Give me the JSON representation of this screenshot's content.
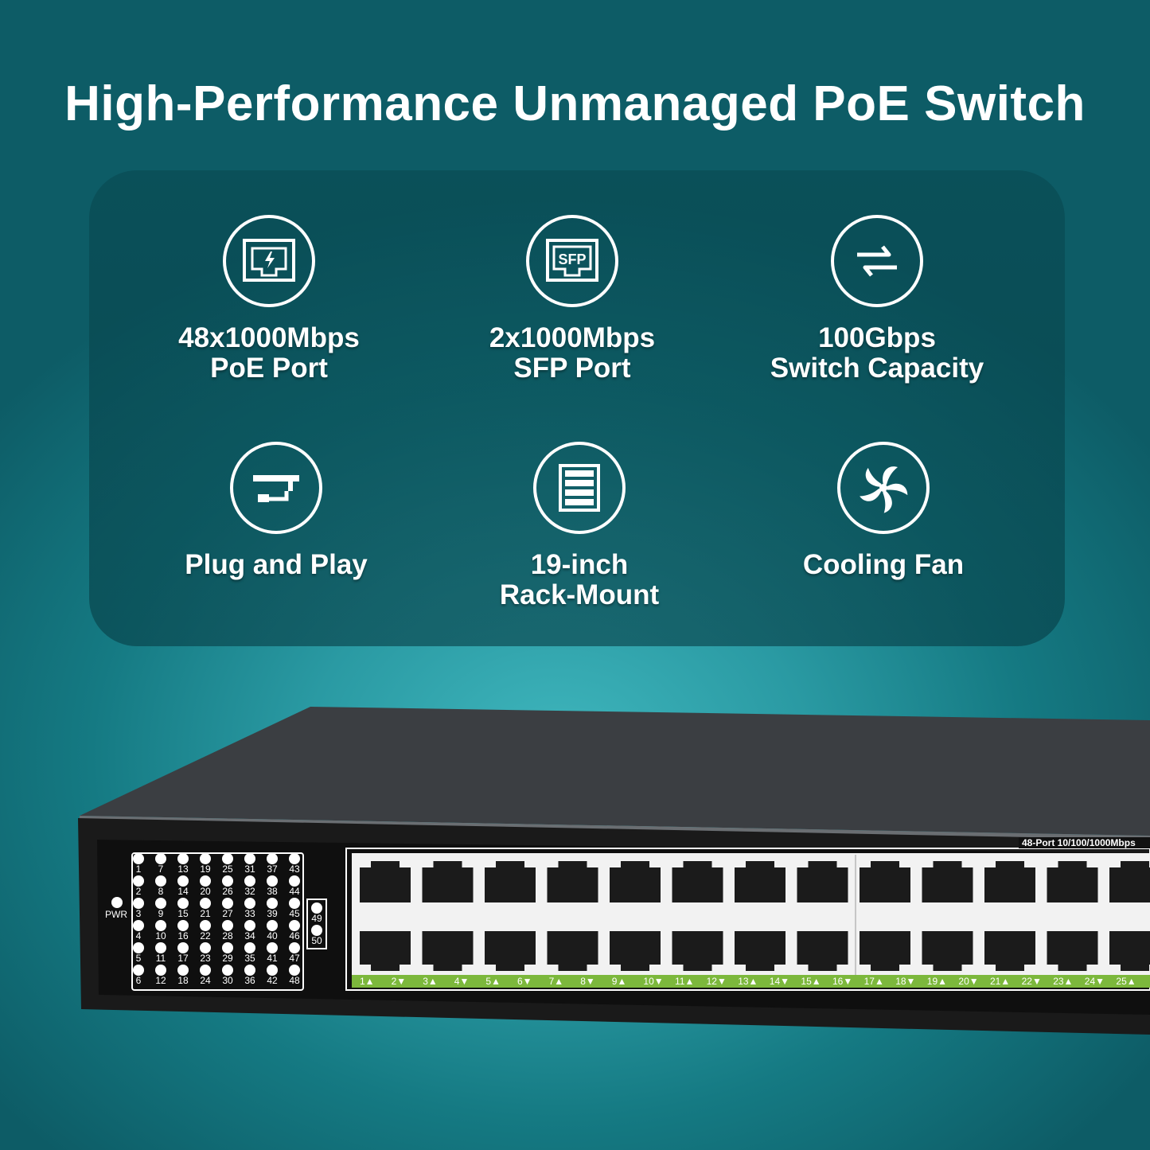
{
  "title": "High-Performance Unmanaged PoE Switch",
  "features": [
    {
      "icon": "ethernet-poe-port-icon",
      "line1": "48x1000Mbps",
      "line2": "PoE Port"
    },
    {
      "icon": "sfp-port-icon",
      "icon_text": "SFP",
      "line1": "2x1000Mbps",
      "line2": "SFP Port"
    },
    {
      "icon": "switch-arrows-icon",
      "line1": "100Gbps",
      "line2": "Switch Capacity"
    },
    {
      "icon": "plug-icon",
      "line1": "Plug and Play",
      "line2": ""
    },
    {
      "icon": "rack-icon",
      "line1": "19-inch",
      "line2": "Rack-Mount"
    },
    {
      "icon": "fan-icon",
      "line1": "Cooling Fan",
      "line2": ""
    }
  ],
  "switch": {
    "pwr_label": "PWR",
    "led_labels": [
      "1",
      "2",
      "3",
      "4",
      "5",
      "6",
      "7",
      "8",
      "9",
      "10",
      "11",
      "12",
      "13",
      "14",
      "15",
      "16",
      "17",
      "18",
      "19",
      "20",
      "21",
      "22",
      "23",
      "24",
      "25",
      "26",
      "27",
      "28",
      "29",
      "30",
      "31",
      "32",
      "33",
      "34",
      "35",
      "36",
      "37",
      "38",
      "39",
      "40",
      "41",
      "42",
      "43",
      "44",
      "45",
      "46",
      "47",
      "48"
    ],
    "sfp_led_labels": [
      "49",
      "50"
    ],
    "model_label": "48-Port 10/100/1000Mbps",
    "port_labels": [
      "1▲",
      "2▼",
      "3▲",
      "4▼",
      "5▲",
      "6▼",
      "7▲",
      "8▼",
      "9▲",
      "10▼",
      "11▲",
      "12▼",
      "13▲",
      "14▼",
      "15▲",
      "16▼",
      "17▲",
      "18▼",
      "19▲",
      "20▼",
      "21▲",
      "22▼",
      "23▲",
      "24▼",
      "25▲"
    ],
    "colors": {
      "label_strip": "#7cb83c",
      "body": "#1c1c1c",
      "top": "#3a3d40"
    }
  }
}
